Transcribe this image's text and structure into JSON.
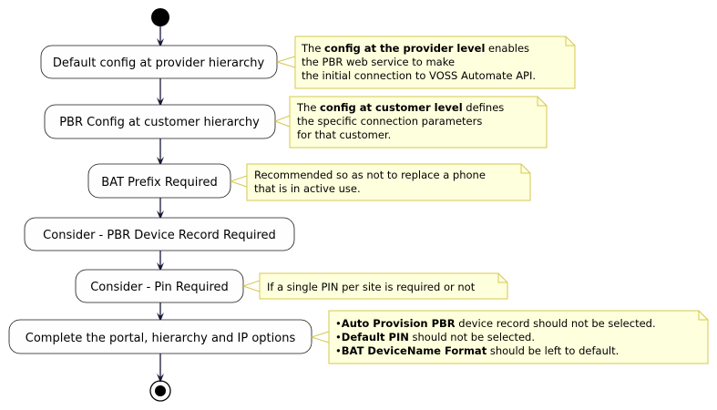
{
  "activities": [
    {
      "label": "Default config at provider hierarchy"
    },
    {
      "label": "PBR Config at customer hierarchy"
    },
    {
      "label": "BAT Prefix Required"
    },
    {
      "label": "Consider - PBR Device Record Required"
    },
    {
      "label": "Consider - Pin Required"
    },
    {
      "label": "Complete the portal, hierarchy and IP options"
    }
  ],
  "notes": {
    "provider": {
      "line1_pre": "The ",
      "line1_bold": "config at the provider level",
      "line1_post": " enables",
      "line2": "the PBR web service to make",
      "line3": "the initial connection to VOSS Automate API."
    },
    "customer": {
      "line1_pre": "The ",
      "line1_bold": "config at customer level",
      "line1_post": " defines",
      "line2": "the specific connection parameters",
      "line3": "for that customer."
    },
    "bat_prefix": {
      "line1": "Recommended so as not to replace a phone",
      "line2": "that is in active use."
    },
    "pin": {
      "line1": "If a single PIN per site is required or not"
    },
    "portal": {
      "bullet": "•",
      "items": [
        {
          "bold": "Auto Provision PBR",
          "rest": " device record should not be selected."
        },
        {
          "bold": "Default PIN",
          "rest": " should not be selected."
        },
        {
          "bold": "BAT DeviceName Format",
          "rest": " should be left to default."
        }
      ]
    }
  },
  "colors": {
    "activity_fill": "#FEFEFE",
    "activity_stroke": "#181818",
    "arrow": "#181838",
    "note_fill": "#FEFFDD",
    "note_stroke": "#D6C94E"
  }
}
